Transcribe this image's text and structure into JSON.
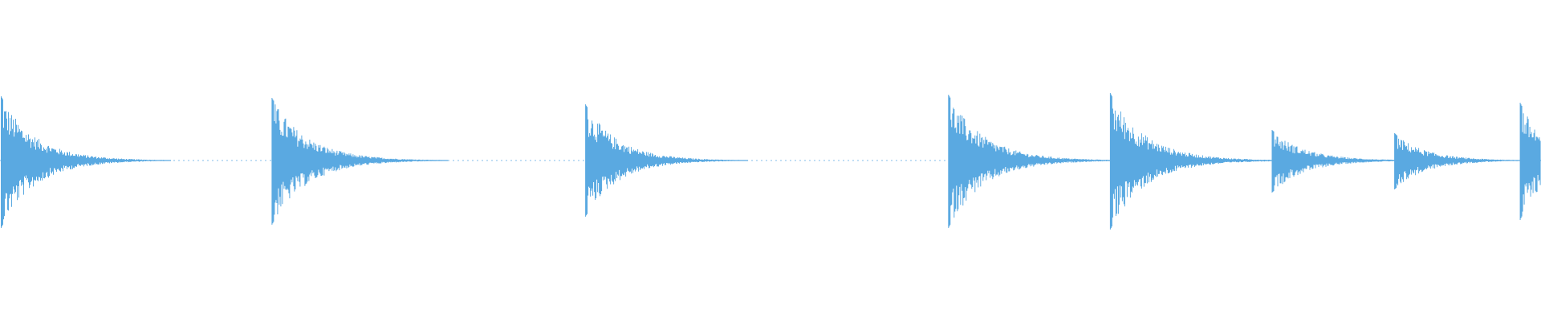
{
  "waveform": {
    "color": "#5aa9e1",
    "background": "#ffffff",
    "baseline_style": "dotted",
    "duration_fraction_note": "",
    "hits": [
      {
        "onset": 0.0008,
        "peak_up": 0.4,
        "peak_down": 0.42,
        "decay": 0.05
      },
      {
        "onset": 0.1765,
        "peak_up": 0.39,
        "peak_down": 0.4,
        "decay": 0.052
      },
      {
        "onset": 0.38,
        "peak_up": 0.35,
        "peak_down": 0.35,
        "decay": 0.048
      },
      {
        "onset": 0.6155,
        "peak_up": 0.41,
        "peak_down": 0.42,
        "decay": 0.052
      },
      {
        "onset": 0.7205,
        "peak_up": 0.42,
        "peak_down": 0.43,
        "decay": 0.052
      },
      {
        "onset": 0.8255,
        "peak_up": 0.19,
        "peak_down": 0.2,
        "decay": 0.048
      },
      {
        "onset": 0.905,
        "peak_up": 0.17,
        "peak_down": 0.18,
        "decay": 0.046
      },
      {
        "onset": 0.9865,
        "peak_up": 0.36,
        "peak_down": 0.37,
        "decay": 0.04
      }
    ]
  }
}
